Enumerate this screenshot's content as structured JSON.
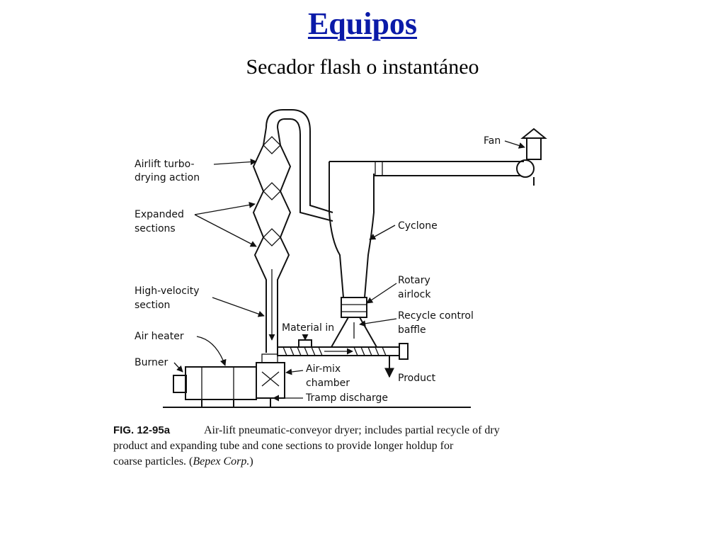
{
  "title": "Equipos",
  "subtitle": "Secador flash o instantáneo",
  "diagram": {
    "labels": {
      "fan": "Fan",
      "airlift_1": "Airlift turbo-",
      "airlift_2": "drying action",
      "expanded_1": "Expanded",
      "expanded_2": "sections",
      "cyclone": "Cyclone",
      "rotary_1": "Rotary",
      "rotary_2": "airlock",
      "highvel_1": "High-velocity",
      "highvel_2": "section",
      "recycle_1": "Recycle control",
      "recycle_2": "baffle",
      "material_in": "Material in",
      "air_heater": "Air heater",
      "burner": "Burner",
      "airmix_1": "Air-mix",
      "airmix_2": "chamber",
      "product": "Product",
      "tramp": "Tramp discharge"
    },
    "caption": {
      "fig": "FIG. 12-95a",
      "line1": "Air-lift pneumatic-conveyor dryer; includes partial recycle of dry",
      "line2": "product and expanding tube and cone sections to provide longer holdup for",
      "line3_a": "coarse particles. (",
      "line3_source": "Bepex Corp.",
      "line3_b": ")"
    }
  }
}
